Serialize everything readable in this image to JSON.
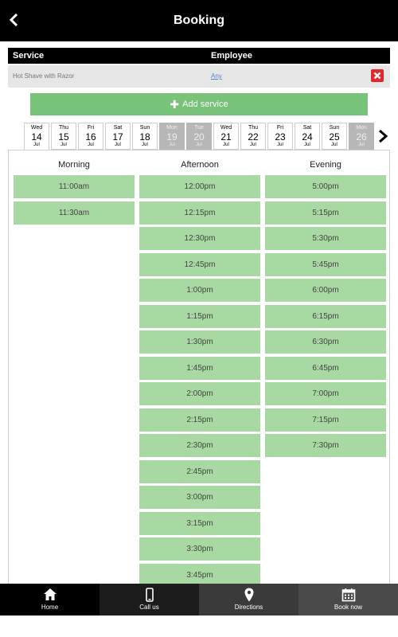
{
  "header": {
    "title": "Booking"
  },
  "service_table": {
    "col_service": "Service",
    "col_employee": "Employee",
    "rows": [
      {
        "service": "Hot Shave with Razor",
        "employee": "Any"
      }
    ]
  },
  "add_service_label": "Add service",
  "dates": [
    {
      "day": "Wed",
      "date": "14",
      "month": "Jul",
      "selected": true,
      "disabled": false
    },
    {
      "day": "Thu",
      "date": "15",
      "month": "Jul",
      "selected": false,
      "disabled": false
    },
    {
      "day": "Fri",
      "date": "16",
      "month": "Jul",
      "selected": false,
      "disabled": false
    },
    {
      "day": "Sat",
      "date": "17",
      "month": "Jul",
      "selected": false,
      "disabled": false
    },
    {
      "day": "Sun",
      "date": "18",
      "month": "Jul",
      "selected": false,
      "disabled": false
    },
    {
      "day": "Mon",
      "date": "19",
      "month": "Jul",
      "selected": false,
      "disabled": true
    },
    {
      "day": "Tue",
      "date": "20",
      "month": "Jul",
      "selected": false,
      "disabled": true
    },
    {
      "day": "Wed",
      "date": "21",
      "month": "Jul",
      "selected": false,
      "disabled": false
    },
    {
      "day": "Thu",
      "date": "22",
      "month": "Jul",
      "selected": false,
      "disabled": false
    },
    {
      "day": "Fri",
      "date": "23",
      "month": "Jul",
      "selected": false,
      "disabled": false
    },
    {
      "day": "Sat",
      "date": "24",
      "month": "Jul",
      "selected": false,
      "disabled": false
    },
    {
      "day": "Sun",
      "date": "25",
      "month": "Jul",
      "selected": false,
      "disabled": false
    },
    {
      "day": "Mon",
      "date": "26",
      "month": "Jul",
      "selected": false,
      "disabled": true
    }
  ],
  "slots": {
    "morning": {
      "title": "Morning",
      "times": [
        "11:00am",
        "11:30am"
      ]
    },
    "afternoon": {
      "title": "Afternoon",
      "times": [
        "12:00pm",
        "12:15pm",
        "12:30pm",
        "12:45pm",
        "1:00pm",
        "1:15pm",
        "1:30pm",
        "1:45pm",
        "2:00pm",
        "2:15pm",
        "2:30pm",
        "2:45pm",
        "3:00pm",
        "3:15pm",
        "3:30pm",
        "3:45pm"
      ]
    },
    "evening": {
      "title": "Evening",
      "times": [
        "5:00pm",
        "5:15pm",
        "5:30pm",
        "5:45pm",
        "6:00pm",
        "6:15pm",
        "6:30pm",
        "6:45pm",
        "7:00pm",
        "7:15pm",
        "7:30pm"
      ]
    }
  },
  "tabs": [
    {
      "label": "Home",
      "icon": "home-icon"
    },
    {
      "label": "Call us",
      "icon": "phone-icon"
    },
    {
      "label": "Directions",
      "icon": "map-pin-icon"
    },
    {
      "label": "Book now",
      "icon": "calendar-icon"
    }
  ],
  "colors": {
    "slot": "#a9d9a2",
    "add_service": "#78c27a",
    "remove": "#e0282b",
    "disabled_date": "#b7b7b7"
  }
}
